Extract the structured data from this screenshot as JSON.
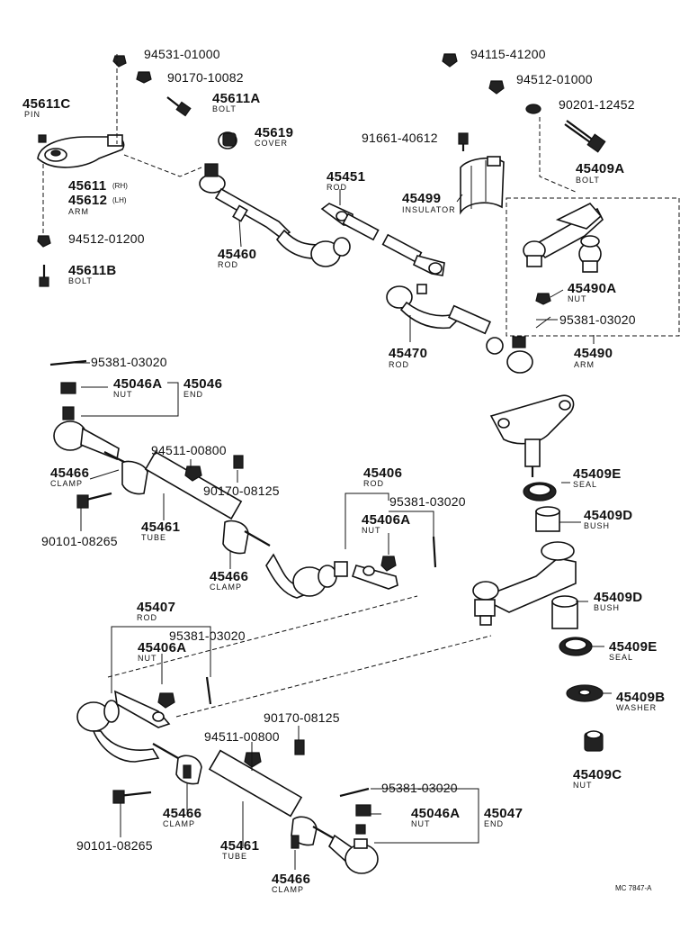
{
  "diagram": {
    "ref_code": "MC 7847-A",
    "labels": {
      "p94531_01000": "94531-01000",
      "p90170_10082": "90170-10082",
      "p45611A": "45611A",
      "p45611A_desc": "BOLT",
      "p45611C": "45611C",
      "p45611C_desc": "PIN",
      "p45619": "45619",
      "p45619_desc": "COVER",
      "p45611": "45611",
      "p45611_sfx": "(RH)",
      "p45612": "45612",
      "p45612_sfx": "(LH)",
      "p45611_desc": "ARM",
      "p94512_01200": "94512-01200",
      "p45611B": "45611B",
      "p45611B_desc": "BOLT",
      "p45451": "45451",
      "p45451_desc": "ROD",
      "p45460": "45460",
      "p45460_desc": "ROD",
      "p91661_40612": "91661-40612",
      "p45499": "45499",
      "p45499_desc": "INSULATOR",
      "p94115_41200": "94115-41200",
      "p94512_01000": "94512-01000",
      "p90201_12452": "90201-12452",
      "p45409A": "45409A",
      "p45409A_desc": "BOLT",
      "p45490A": "45490A",
      "p45490A_desc": "NUT",
      "p95381_03020_a": "95381-03020",
      "p45490": "45490",
      "p45490_desc": "ARM",
      "p45470": "45470",
      "p45470_desc": "ROD",
      "p95381_03020_b": "95381-03020",
      "p45046A": "45046A",
      "p45046A_desc": "NUT",
      "p45046": "45046",
      "p45046_desc": "END",
      "p94511_00800_a": "94511-00800",
      "p45466_a": "45466",
      "p45466_a_desc": "CLAMP",
      "p90170_08125_a": "90170-08125",
      "p45461_a": "45461",
      "p45461_a_desc": "TUBE",
      "p90101_08265_a": "90101-08265",
      "p45466_b": "45466",
      "p45466_b_desc": "CLAMP",
      "p45406": "45406",
      "p45406_desc": "ROD",
      "p95381_03020_c": "95381-03020",
      "p45406A_a": "45406A",
      "p45406A_a_desc": "NUT",
      "p45409E_a": "45409E",
      "p45409E_a_desc": "SEAL",
      "p45409D_a": "45409D",
      "p45409D_a_desc": "BUSH",
      "p45409D_b": "45409D",
      "p45409D_b_desc": "BUSH",
      "p45409E_b": "45409E",
      "p45409E_b_desc": "SEAL",
      "p45409B": "45409B",
      "p45409B_desc": "WASHER",
      "p45409C": "45409C",
      "p45409C_desc": "NUT",
      "p45407": "45407",
      "p45407_desc": "ROD",
      "p95381_03020_d": "95381-03020",
      "p45406A_b": "45406A",
      "p45406A_b_desc": "NUT",
      "p94511_00800_b": "94511-00800",
      "p90170_08125_b": "90170-08125",
      "p90101_08265_b": "90101-08265",
      "p45466_c": "45466",
      "p45466_c_desc": "CLAMP",
      "p45461_b": "45461",
      "p45461_b_desc": "TUBE",
      "p45466_d": "45466",
      "p45466_d_desc": "CLAMP",
      "p95381_03020_e": "95381-03020",
      "p45046A_b": "45046A",
      "p45046A_b_desc": "NUT",
      "p45047": "45047",
      "p45047_desc": "END"
    }
  }
}
